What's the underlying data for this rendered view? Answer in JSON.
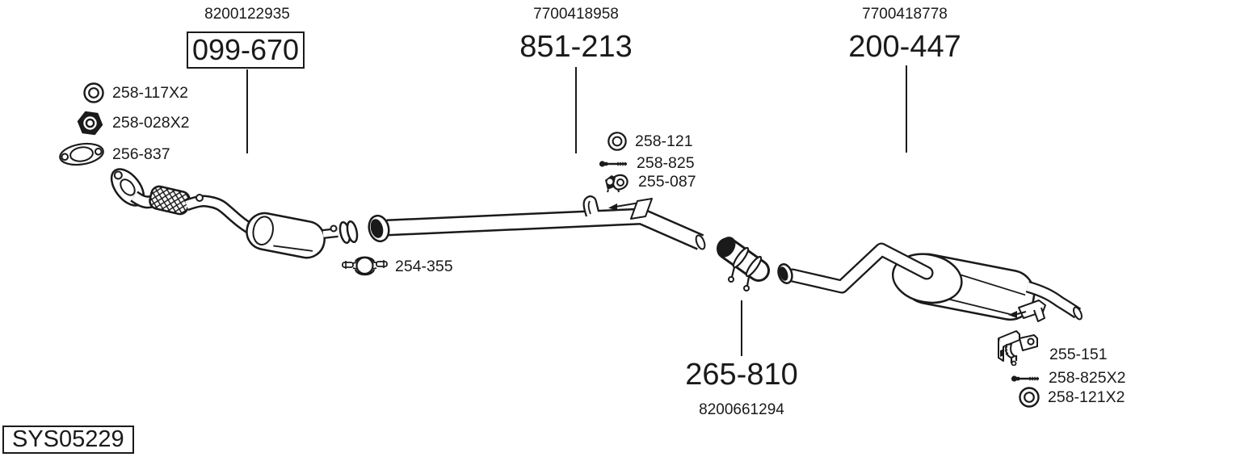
{
  "page": {
    "system_code": "SYS05229",
    "colors": {
      "line": "#1a1a1a",
      "background": "#ffffff"
    }
  },
  "assemblies": {
    "front_pipe": {
      "oe_number": "8200122935",
      "part_number": "099-670",
      "boxed": true
    },
    "center_pipe": {
      "oe_number": "7700418958",
      "part_number": "851-213",
      "boxed": false
    },
    "rear_muffler": {
      "oe_number": "7700418778",
      "part_number": "200-447",
      "boxed": false
    },
    "coupling": {
      "part_number": "265-810",
      "oe_number": "8200661294",
      "boxed": false
    }
  },
  "hardware": {
    "front": [
      {
        "icon": "washer-icon",
        "label": "258-117X2"
      },
      {
        "icon": "nut-icon",
        "label": "258-028X2"
      },
      {
        "icon": "gasket-icon",
        "label": "256-837"
      }
    ],
    "center": [
      {
        "icon": "washer-icon",
        "label": "258-121"
      },
      {
        "icon": "bolt-icon",
        "label": "258-825"
      },
      {
        "icon": "rubber-mount-icon",
        "label": "255-087"
      }
    ],
    "clamp": {
      "icon": "clamp-icon",
      "label": "254-355"
    },
    "rear": [
      {
        "icon": "hanger-bracket-icon",
        "label": "255-151"
      },
      {
        "icon": "bolt-icon",
        "label": "258-825X2"
      },
      {
        "icon": "washer-icon",
        "label": "258-121X2"
      }
    ]
  }
}
